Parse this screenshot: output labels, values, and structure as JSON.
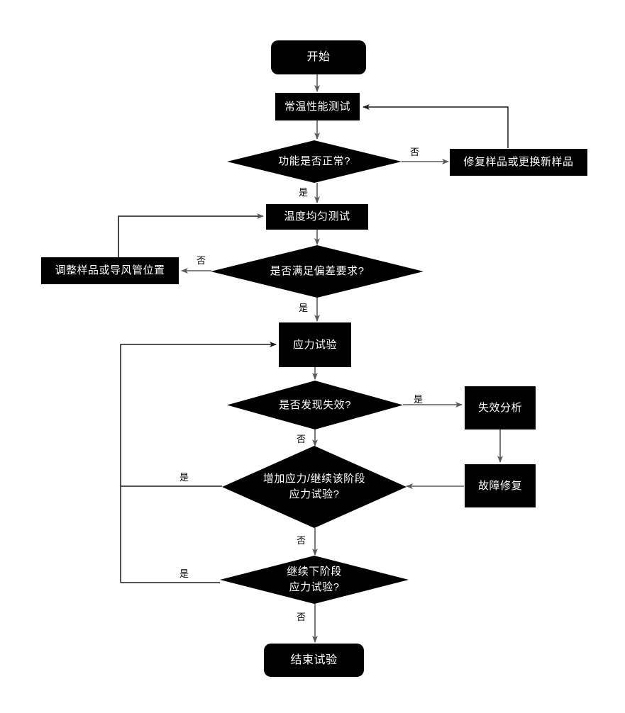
{
  "diagram": {
    "type": "flowchart",
    "language": "zh-CN",
    "background_color": "#ffffff",
    "node_fill": "#000000",
    "node_text_color": "#ffffff",
    "edge_color": "#5a5a5a",
    "edge_label_color": "#000000",
    "nodes": {
      "start": {
        "label": "开始",
        "shape": "terminal"
      },
      "room_temp_test": {
        "label": "常温性能测试",
        "shape": "process"
      },
      "function_normal": {
        "label": "功能是否正常?",
        "shape": "decision"
      },
      "repair_or_replace": {
        "label": "修复样品或更换新样品",
        "shape": "process"
      },
      "temp_uniformity_test": {
        "label": "温度均匀测试",
        "shape": "process"
      },
      "meets_deviation": {
        "label": "是否满足偏差要求?",
        "shape": "decision"
      },
      "adjust_sample": {
        "label": "调整样品或导风管位置",
        "shape": "process"
      },
      "stress_test": {
        "label": "应力试验",
        "shape": "process"
      },
      "failure_found": {
        "label": "是否发现失效?",
        "shape": "decision"
      },
      "failure_analysis": {
        "label": "失效分析",
        "shape": "process"
      },
      "fault_repair": {
        "label": "故障修复",
        "shape": "process"
      },
      "increase_stress": {
        "label": "增加应力/继续该阶段\n应力试验?",
        "shape": "decision"
      },
      "next_stage": {
        "label": "继续下阶段\n应力试验?",
        "shape": "decision"
      },
      "end": {
        "label": "结束试验",
        "shape": "terminal"
      }
    },
    "edge_labels": {
      "function_normal_no": "否",
      "function_normal_yes": "是",
      "meets_deviation_no": "否",
      "meets_deviation_yes": "是",
      "failure_found_yes": "是",
      "failure_found_no": "否",
      "increase_stress_yes": "是",
      "increase_stress_no": "否",
      "next_stage_yes": "是",
      "next_stage_no": "否"
    }
  }
}
